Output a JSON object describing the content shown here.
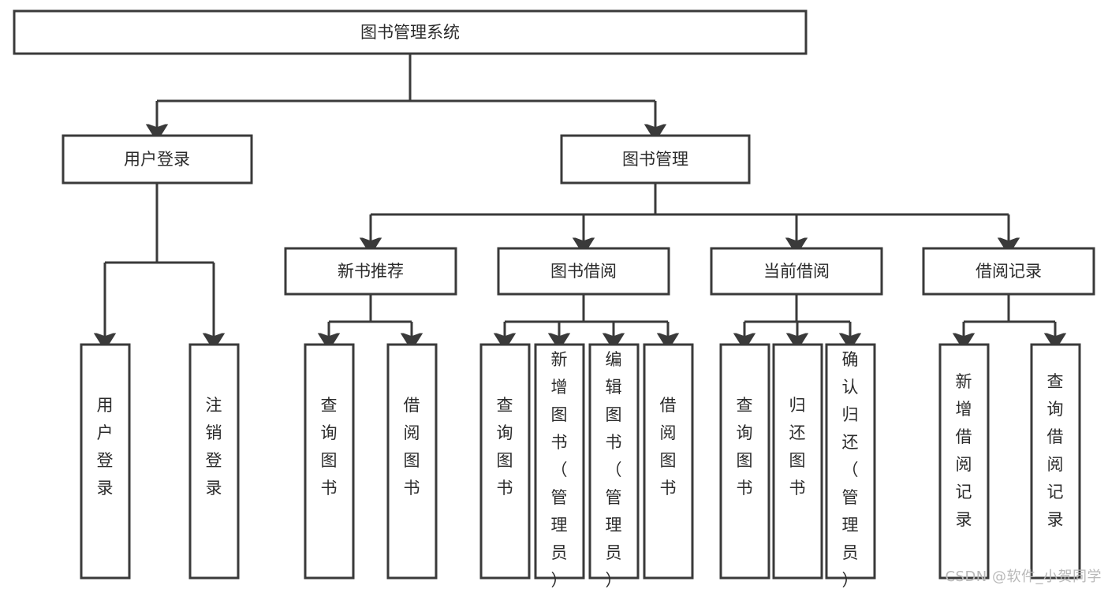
{
  "diagram": {
    "title": "图书管理系统",
    "type": "tree-structure-chart",
    "colors": {
      "box_stroke": "#3a3a3a",
      "box_fill": "#ffffff",
      "text": "#2b2b2b",
      "background": "#ffffff",
      "watermark": "#b8b8b8"
    },
    "root": {
      "label": "图书管理系统"
    },
    "level2": [
      {
        "label": "用户登录"
      },
      {
        "label": "图书管理"
      }
    ],
    "level3": [
      {
        "label": "新书推荐"
      },
      {
        "label": "图书借阅"
      },
      {
        "label": "当前借阅"
      },
      {
        "label": "借阅记录"
      }
    ],
    "leaves": {
      "user_login": [
        {
          "label": "用户登录"
        },
        {
          "label": "注销登录"
        }
      ],
      "new_book": [
        {
          "label": "查询图书"
        },
        {
          "label": "借阅图书"
        }
      ],
      "book_borrow": [
        {
          "label": "查询图书"
        },
        {
          "label": "新增图书（管理员）"
        },
        {
          "label": "编辑图书（管理员）"
        },
        {
          "label": "借阅图书"
        }
      ],
      "current_borrow": [
        {
          "label": "查询图书"
        },
        {
          "label": "归还图书"
        },
        {
          "label": "确认归还（管理员）"
        }
      ],
      "borrow_record": [
        {
          "label": "新增借阅记录"
        },
        {
          "label": "查询借阅记录"
        }
      ]
    },
    "watermark": "CSDN @软件_小贺同学"
  }
}
